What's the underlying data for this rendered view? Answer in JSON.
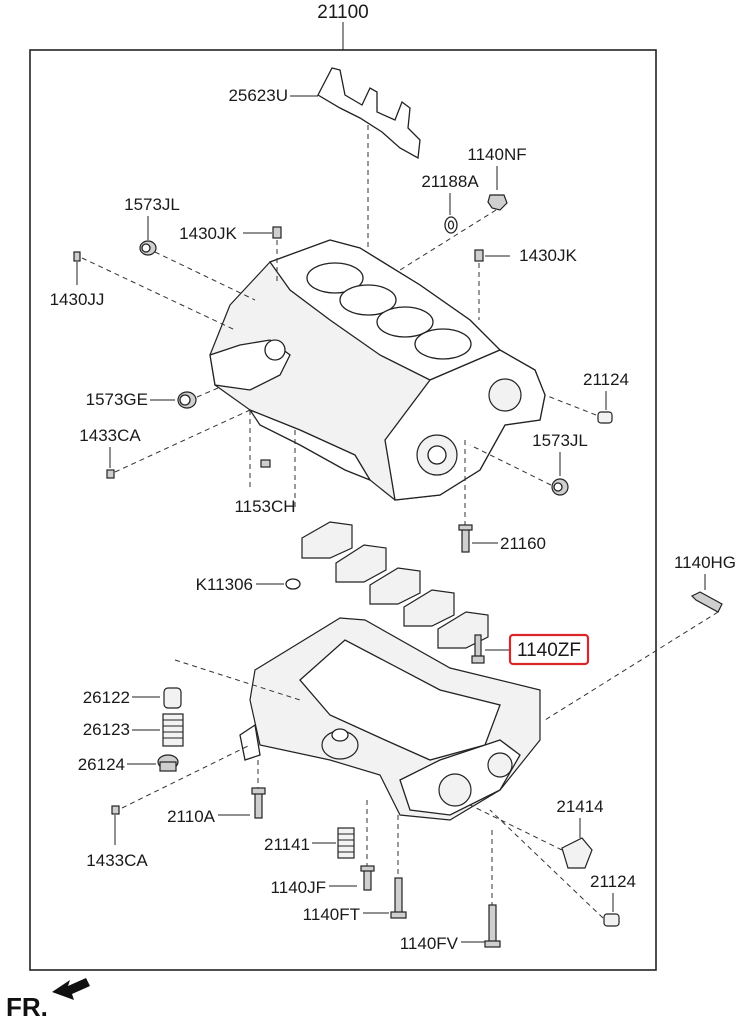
{
  "diagram": {
    "assembly_number": "21100",
    "highlighted_part": "1140ZF",
    "front_indicator": "FR.",
    "parts": {
      "p25623U": "25623U",
      "p1140NF": "1140NF",
      "p21188A": "21188A",
      "p1573JL_top": "1573JL",
      "p1430JK_top": "1430JK",
      "p1430JK_right": "1430JK",
      "p1430JJ": "1430JJ",
      "p1573GE": "1573GE",
      "p21124_top": "21124",
      "p1433CA_top": "1433CA",
      "p1573JL_right": "1573JL",
      "p1153CH": "1153CH",
      "p21160": "21160",
      "p1140HG": "1140HG",
      "pK11306": "K11306",
      "p1140ZF": "1140ZF",
      "p26122": "26122",
      "p26123": "26123",
      "p26124": "26124",
      "p2110A": "2110A",
      "p21414": "21414",
      "p1433CA_bottom": "1433CA",
      "p21141": "21141",
      "p21124_bottom": "21124",
      "p1140JF": "1140JF",
      "p1140FT": "1140FT",
      "p1140FV": "1140FV"
    }
  }
}
